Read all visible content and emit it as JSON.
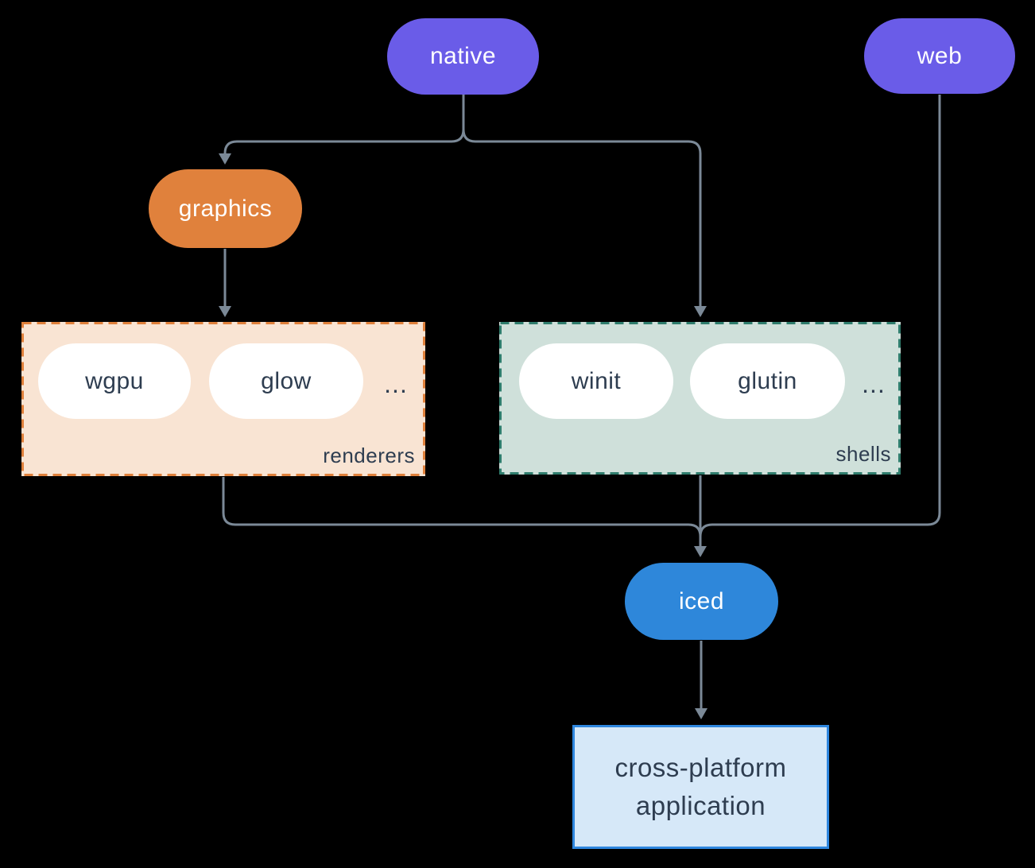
{
  "colors": {
    "background": "#000000",
    "connector": "#7b8997",
    "text_dark": "#2e3d50",
    "native_web_purple": "#6a5ce8",
    "graphics_orange": "#e0813c",
    "iced_blue": "#2e87da",
    "renderers_fill": "#f9e4d3",
    "renderers_border": "#e0813c",
    "shells_fill": "#cfe0da",
    "shells_border": "#2f7d6d",
    "application_fill": "#d6e8f8",
    "application_border": "#2e86de"
  },
  "nodes": {
    "native": {
      "label": "native"
    },
    "web": {
      "label": "web"
    },
    "graphics": {
      "label": "graphics"
    },
    "iced": {
      "label": "iced"
    },
    "application": {
      "line1": "cross-platform",
      "line2": "application"
    }
  },
  "groups": {
    "renderers": {
      "label": "renderers",
      "items": [
        "wgpu",
        "glow"
      ],
      "more": "..."
    },
    "shells": {
      "label": "shells",
      "items": [
        "winit",
        "glutin"
      ],
      "more": "..."
    }
  },
  "edges": [
    {
      "from": "native",
      "to": "graphics"
    },
    {
      "from": "native",
      "to": "shells"
    },
    {
      "from": "graphics",
      "to": "renderers"
    },
    {
      "from": "renderers",
      "to": "iced"
    },
    {
      "from": "shells",
      "to": "iced"
    },
    {
      "from": "web",
      "to": "iced"
    },
    {
      "from": "iced",
      "to": "application"
    }
  ]
}
